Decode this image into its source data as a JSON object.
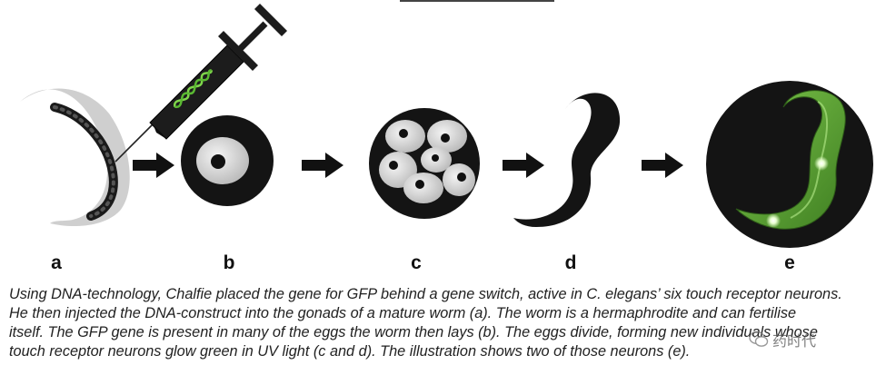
{
  "labels": {
    "a": "a",
    "b": "b",
    "c": "c",
    "d": "d",
    "e": "e"
  },
  "caption": {
    "line1": "Using DNA-technology, Chalfie placed the gene for GFP behind a gene switch, active in C. elegans’ six touch receptor neurons.",
    "line2": "He then injected the DNA-construct into the gonads of a mature worm (a). The worm is a hermaphrodite and can fertilise",
    "line3": "itself. The GFP gene is present in many of the eggs the worm then lays (b). The eggs divide, forming new individuals whose",
    "line4": "touch receptor neurons glow green in UV light (c and d). The illustration shows two of those neurons (e)."
  },
  "watermark": {
    "text": "药时代"
  },
  "colors": {
    "worm_gray": "#c8c8c8",
    "black": "#111111",
    "gfp_green": "#5fa83a",
    "glow_green": "#8fd14f",
    "cell_gray": "#dcdcdc"
  },
  "icons": [
    "syringe-icon",
    "dna-helix-icon",
    "arrow-right-icon",
    "wechat-icon"
  ]
}
